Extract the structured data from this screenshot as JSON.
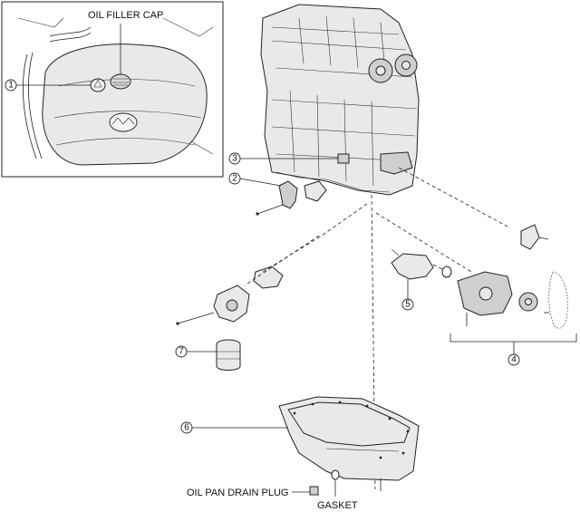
{
  "labels": {
    "oil_filler_cap": "OIL FILLER CAP",
    "oil_pan_drain_plug": "OIL PAN DRAIN PLUG",
    "gasket": "GASKET"
  },
  "callouts": [
    "1",
    "2",
    "3",
    "4",
    "5",
    "6",
    "7"
  ]
}
